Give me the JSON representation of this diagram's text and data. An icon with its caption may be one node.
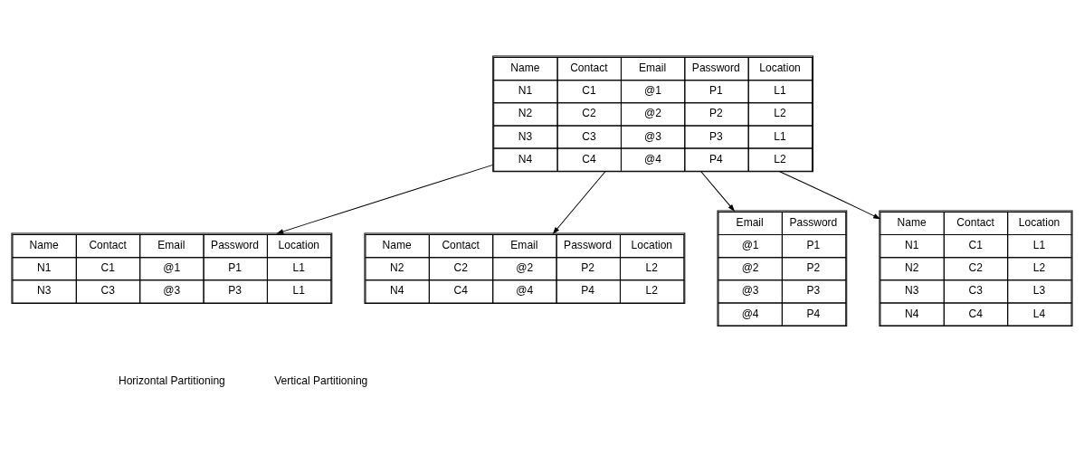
{
  "diagram": {
    "nodes": [
      {
        "text": [
          "Name",
          "Contact",
          "Email",
          "Password",
          "Location",
          "N1",
          "C1",
          "@1",
          "P1",
          "L1",
          "N2",
          "C2",
          "@2",
          "P2",
          "L2",
          "N3",
          "C3",
          "@3",
          "P3",
          "L1",
          "N4",
          "C4",
          "@4",
          "P4",
          "L2"
        ]
      },
      {
        "text": [
          "Name",
          "Contact",
          "Email",
          "Password",
          "Location",
          "N1",
          "C1",
          "@1",
          "P1",
          "L1",
          "N3",
          "C3",
          "@3",
          "P3",
          "L1"
        ]
      },
      {
        "text": [
          "Name",
          "Contact",
          "Email",
          "Password",
          "Location",
          "N2",
          "C2",
          "@2",
          "P2",
          "L2",
          "N4",
          "C4",
          "@4",
          "P4",
          "L2"
        ]
      },
      {
        "text": [
          "Email",
          "Password",
          "@1",
          "P1",
          "@2",
          "P2",
          "@3",
          "P3",
          "@4",
          "P4"
        ]
      },
      {
        "text": [
          "Name",
          "Contact",
          "Location",
          "N1",
          "C1",
          "L1",
          "N2",
          "C2",
          "L2",
          "N3",
          "C3",
          "L3",
          "N4",
          "C4",
          "L4"
        ]
      }
    ],
    "edges": [
      {
        "from": 0,
        "to": 1,
        "arrow": "to"
      },
      {
        "from": 0,
        "to": 2,
        "arrow": "to"
      },
      {
        "from": 0,
        "to": 3,
        "arrow": "to"
      },
      {
        "from": 0,
        "to": 4,
        "arrow": "to"
      }
    ],
    "labels": [
      "Horizontal Partitioning",
      "Vertical Partitioning"
    ]
  }
}
